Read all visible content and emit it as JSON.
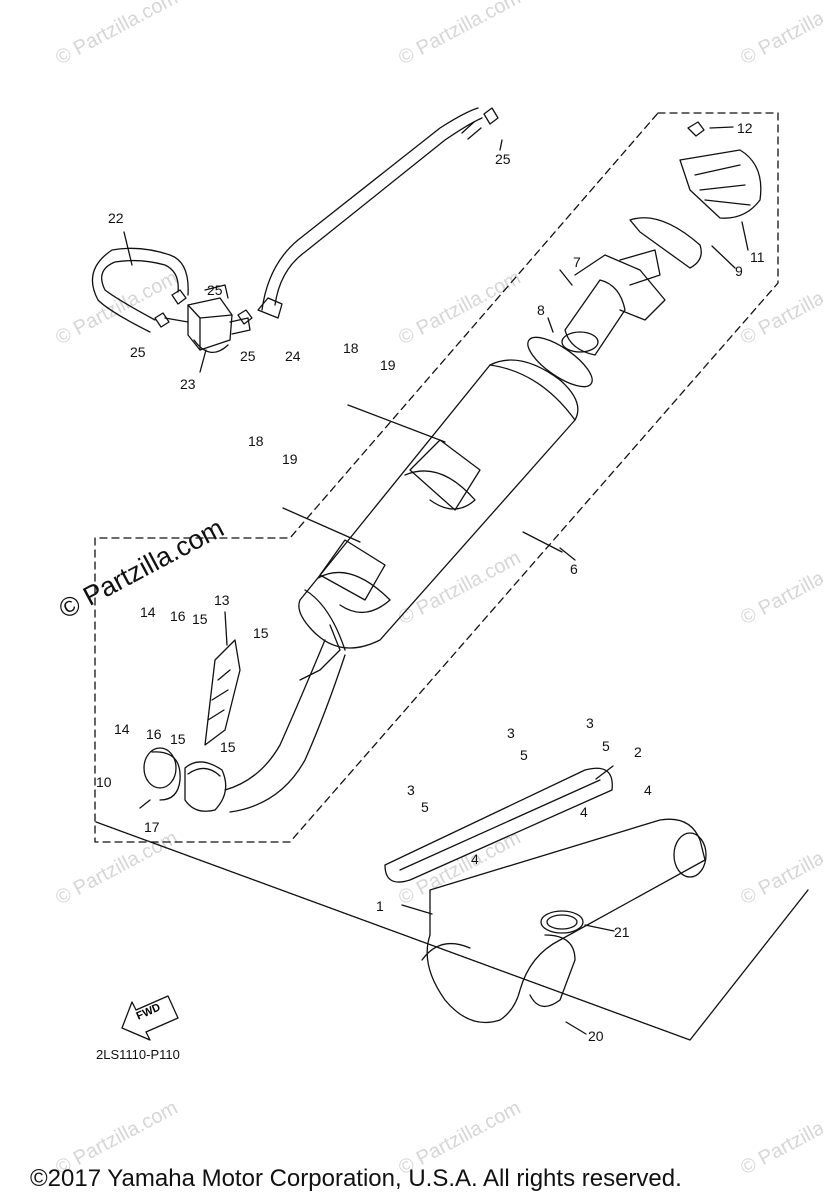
{
  "watermark_text": "© Partzilla.com",
  "diagram_code": "2LS1110-P110",
  "copyright": "©2017  Yamaha Motor Corporation, U.S.A. All rights reserved.",
  "fwd_label": "FWD",
  "callouts": {
    "c1": "1",
    "c2": "2",
    "c3a": "3",
    "c3b": "3",
    "c3c": "3",
    "c4a": "4",
    "c4b": "4",
    "c4c": "4",
    "c5a": "5",
    "c5b": "5",
    "c5c": "5",
    "c6": "6",
    "c7": "7",
    "c8": "8",
    "c9": "9",
    "c10": "10",
    "c11": "11",
    "c12": "12",
    "c13": "13",
    "c14a": "14",
    "c14b": "14",
    "c15a": "15",
    "c15b": "15",
    "c15c": "15",
    "c15d": "15",
    "c16a": "16",
    "c16b": "16",
    "c17": "17",
    "c18a": "18",
    "c18b": "18",
    "c19a": "19",
    "c19b": "19",
    "c20": "20",
    "c21": "21",
    "c22": "22",
    "c23": "23",
    "c24": "24",
    "c25a": "25",
    "c25b": "25",
    "c25c": "25",
    "c25d": "25"
  }
}
